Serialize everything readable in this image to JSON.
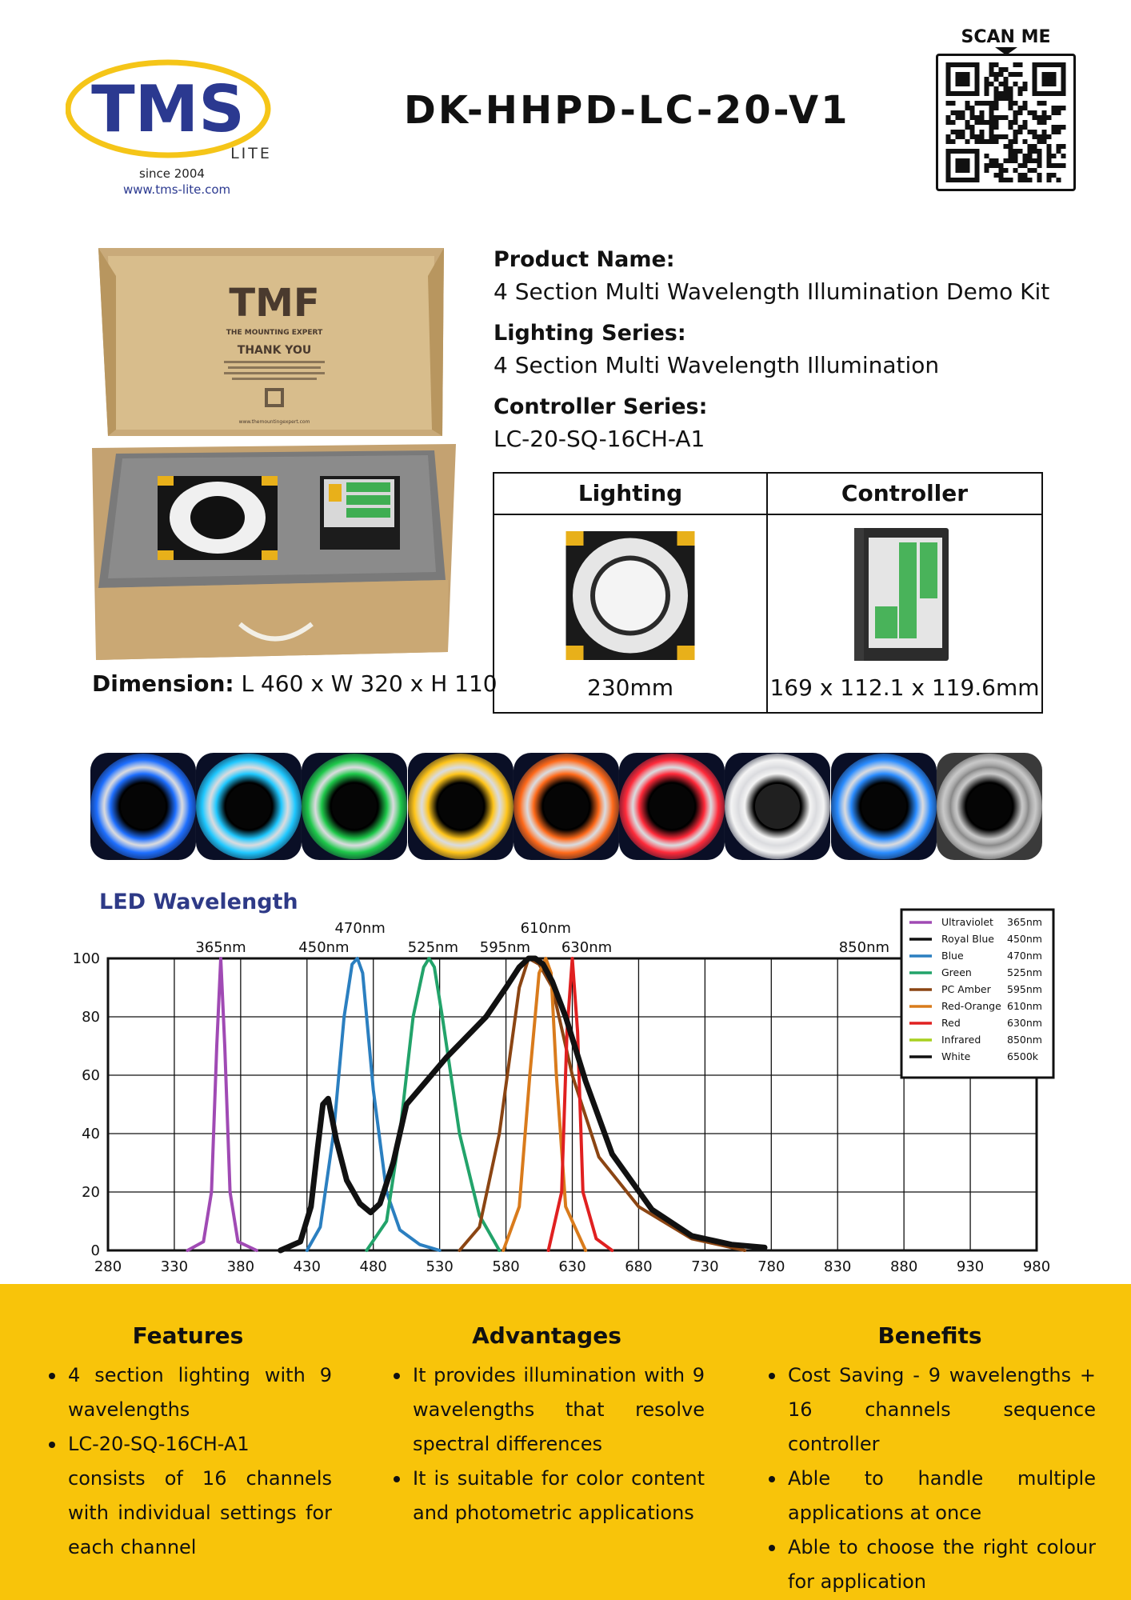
{
  "header": {
    "brand_logo": "TMS",
    "brand_sub": "LITE",
    "since": "since 2004",
    "website": "www.tms-lite.com",
    "title": "DK-HHPD-LC-20-V1",
    "qr_caption": "SCAN ME"
  },
  "box_photo": {
    "lid_brand": "TMF",
    "lid_slogan": "THE MOUNTING EXPERT",
    "lid_heading": "THANK YOU",
    "lid_url": "www.themountingexpert.com"
  },
  "dimension": {
    "label": "Dimension:",
    "value": " L 460 x W 320 x H 110"
  },
  "product": {
    "name_label": "Product Name:",
    "name_value": "4 Section Multi Wavelength Illumination Demo Kit",
    "series_label": "Lighting Series:",
    "series_value": "4 Section Multi Wavelength Illumination",
    "controller_label": "Controller Series:",
    "controller_value": "LC-20-SQ-16CH-A1"
  },
  "spec_table": {
    "headers": [
      "Lighting",
      "Controller"
    ],
    "lighting_size": "230mm",
    "controller_size": "169 x 112.1 x 119.6mm"
  },
  "led_colors": [
    "#1e6fff",
    "#1fc8ff",
    "#1ec84a",
    "#ffc51a",
    "#ff6a1a",
    "#ff2a3a",
    "#f4f4f4",
    "#2a8cff",
    "#c8c8c8"
  ],
  "chart_title": "LED Wavelength",
  "chart_data": {
    "type": "line",
    "title": "LED Wavelength",
    "xlim": [
      280,
      980
    ],
    "ylim": [
      0,
      100
    ],
    "xticks": [
      280,
      330,
      380,
      430,
      480,
      530,
      580,
      630,
      680,
      730,
      780,
      830,
      880,
      930,
      980
    ],
    "yticks": [
      0,
      20,
      40,
      60,
      80,
      100
    ],
    "grid": true,
    "legend": "top-right",
    "peak_labels": [
      {
        "text": "365nm",
        "x": 365
      },
      {
        "text": "450nm",
        "x": 450
      },
      {
        "text": "470nm",
        "x": 470
      },
      {
        "text": "525nm",
        "x": 525
      },
      {
        "text": "595nm",
        "x": 595
      },
      {
        "text": "610nm",
        "x": 610
      },
      {
        "text": "630nm",
        "x": 630
      },
      {
        "text": "850nm",
        "x": 850
      }
    ],
    "series": [
      {
        "name": "Ultraviolet",
        "value": "365nm",
        "color": "#a04ab4",
        "x": [
          340,
          352,
          358,
          362,
          365,
          368,
          372,
          378,
          392
        ],
        "y": [
          0,
          3,
          20,
          70,
          100,
          70,
          20,
          3,
          0
        ]
      },
      {
        "name": "Royal Blue",
        "value": "450nm",
        "color": "#111111",
        "x": [],
        "y": []
      },
      {
        "name": "Blue",
        "value": "470nm",
        "color": "#2b7fc0",
        "x": [
          430,
          440,
          450,
          458,
          464,
          468,
          472,
          480,
          490,
          500,
          515,
          530
        ],
        "y": [
          0,
          8,
          40,
          80,
          98,
          100,
          95,
          55,
          20,
          7,
          2,
          0
        ]
      },
      {
        "name": "Green",
        "value": "525nm",
        "color": "#22a36a",
        "x": [
          475,
          490,
          500,
          510,
          518,
          522,
          526,
          532,
          545,
          560,
          575
        ],
        "y": [
          0,
          10,
          40,
          80,
          97,
          100,
          97,
          80,
          40,
          12,
          0
        ]
      },
      {
        "name": "PC Amber",
        "value": "595nm",
        "color": "#8b4513",
        "x": [
          545,
          560,
          575,
          590,
          597,
          605,
          615,
          630,
          650,
          680,
          720,
          760
        ],
        "y": [
          0,
          8,
          40,
          90,
          100,
          98,
          90,
          60,
          32,
          15,
          4,
          0
        ]
      },
      {
        "name": "Red-Orange",
        "value": "610nm",
        "color": "#d97b1c",
        "x": [
          578,
          590,
          598,
          605,
          610,
          614,
          618,
          625,
          640
        ],
        "y": [
          0,
          15,
          60,
          95,
          100,
          95,
          60,
          15,
          0
        ]
      },
      {
        "name": "Red",
        "value": "630nm",
        "color": "#e02020",
        "x": [
          612,
          622,
          626,
          630,
          634,
          638,
          648,
          660
        ],
        "y": [
          0,
          20,
          75,
          100,
          75,
          20,
          4,
          0
        ]
      },
      {
        "name": "Infrared",
        "value": "850nm",
        "color": "#a8d020",
        "x": [],
        "y": []
      },
      {
        "name": "White",
        "value": "6500k",
        "color": "#111111",
        "x": [
          410,
          425,
          433,
          438,
          442,
          446,
          452,
          460,
          470,
          478,
          485,
          495,
          505,
          520,
          535,
          550,
          565,
          580,
          590,
          597,
          602,
          608,
          615,
          625,
          640,
          660,
          690,
          720,
          750,
          775
        ],
        "y": [
          0,
          3,
          15,
          35,
          50,
          52,
          38,
          24,
          16,
          13,
          16,
          30,
          50,
          58,
          66,
          73,
          80,
          90,
          97,
          100,
          100,
          98,
          92,
          80,
          58,
          33,
          14,
          5,
          2,
          1
        ]
      }
    ]
  },
  "features": {
    "heading": "Features",
    "items": [
      "4 section lighting with 9 wavelengths",
      "LC-20-SQ-16CH-A1 consists of 16 channels with individual settings for each channel"
    ]
  },
  "advantages": {
    "heading": "Advantages",
    "items": [
      "It provides illumination with 9 wavelengths that resolve spectral differences",
      "It is suitable for color content and photometric applications"
    ]
  },
  "benefits": {
    "heading": "Benefits",
    "items": [
      "Cost Saving - 9 wavelengths + 16 channels sequence controller",
      "Able to handle multiple applications at once",
      "Able to choose the right colour for application"
    ]
  }
}
